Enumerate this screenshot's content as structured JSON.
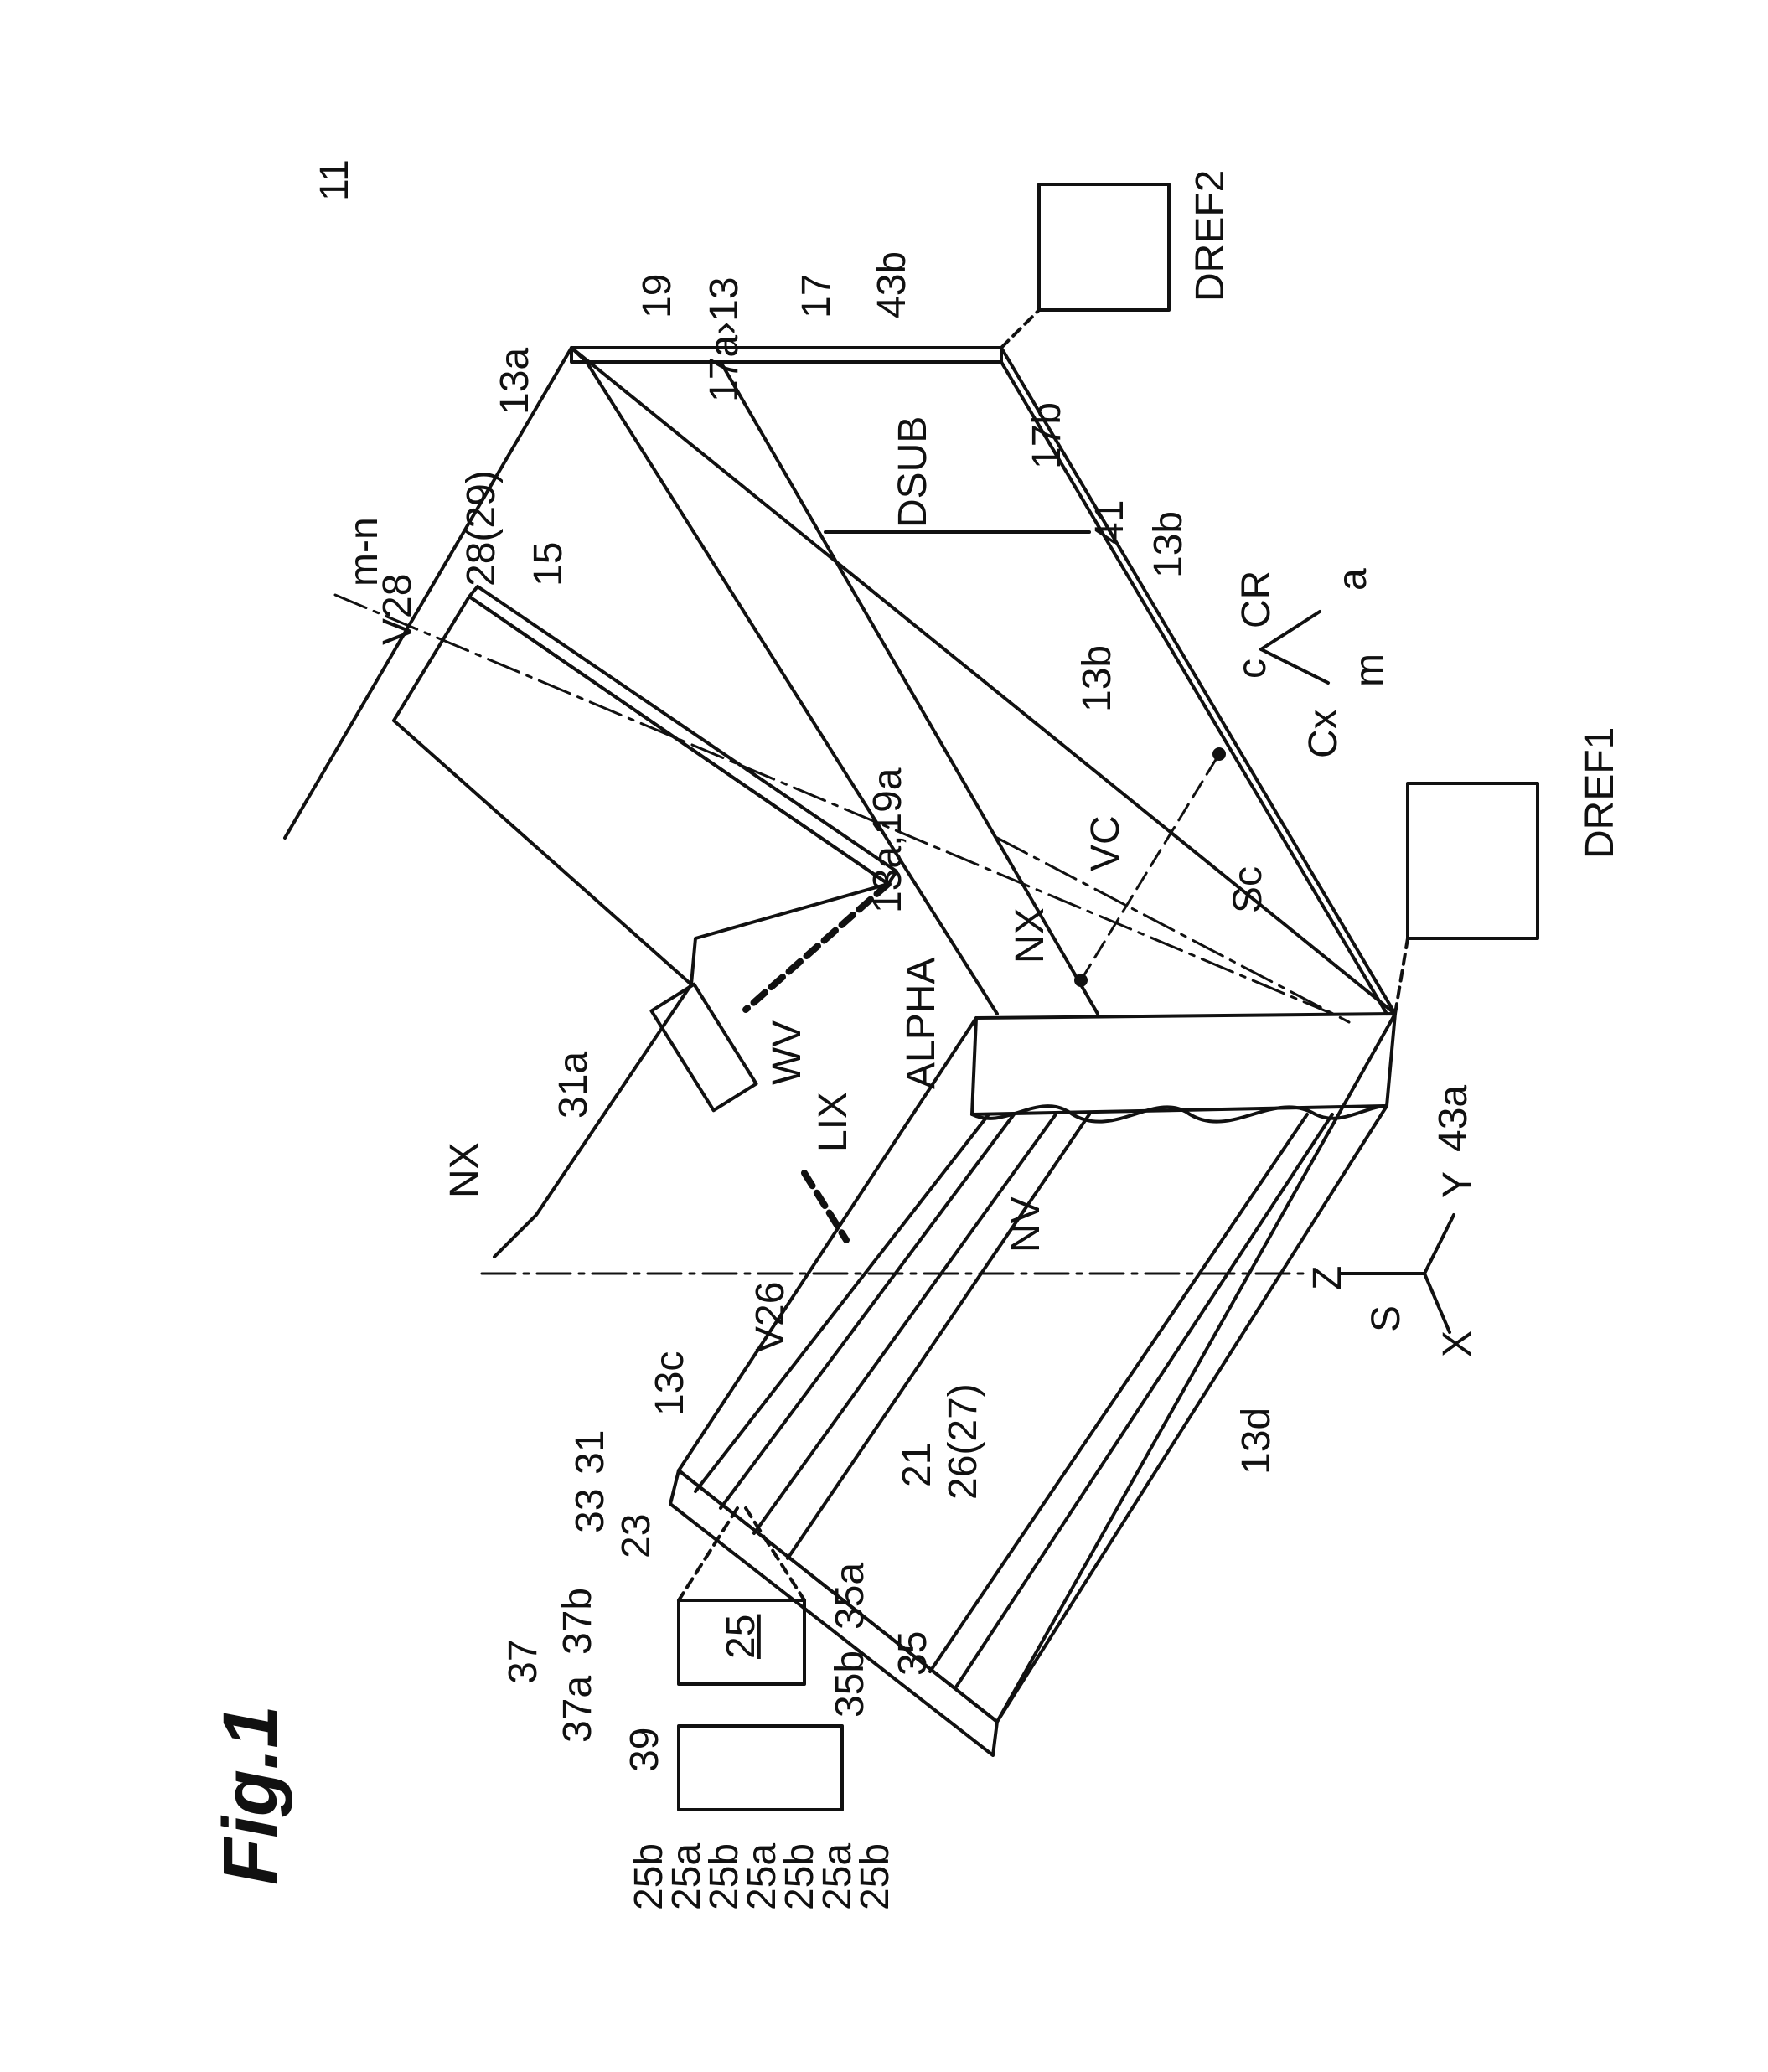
{
  "figure_title": "Fig.1",
  "ref_main": "11",
  "labels": {
    "l13a_top": "13a",
    "l28": "28(29)",
    "lmn": "m-n",
    "lV28": "V28",
    "l15": "15",
    "l19": "19",
    "l17a13": "17a›13",
    "l17": "17",
    "l43b": "43b",
    "lDREF2": "DREF2",
    "lDSUB": "DSUB",
    "l17b": "17b",
    "l41": "41",
    "l13b_r": "13b",
    "lCR": "CR",
    "la": "a",
    "lc": "c",
    "lm": "m",
    "l13b_m": "13b",
    "lCx": "Cx",
    "l13a19a": "13a,19a",
    "lVC": "VC",
    "lSc": "Sc",
    "lDREF1": "DREF1",
    "lNX_mid": "NX",
    "lALPHA": "ALPHA",
    "l31a": "31a",
    "lWV": "WV",
    "lLIX": "LIX",
    "l43a": "43a",
    "lNX_left": "NX",
    "lNV": "NV",
    "lV26": "V26",
    "lZ": "Z",
    "lY": "Y",
    "lX": "X",
    "lS": "S",
    "l13c": "13c",
    "l31": "31",
    "l33": "33",
    "l23": "23",
    "l21": "21",
    "l2627": "26(27)",
    "l13d": "13d",
    "l37": "37",
    "l37a": "37a",
    "l37b": "37b",
    "l39": "39",
    "l25": "25",
    "l35a": "35a",
    "l35b": "35b",
    "l35": "35",
    "s1": "25b",
    "s2": "25a",
    "s3": "25b",
    "s4": "25a",
    "s5": "25b",
    "s6": "25a",
    "s7": "25b"
  }
}
